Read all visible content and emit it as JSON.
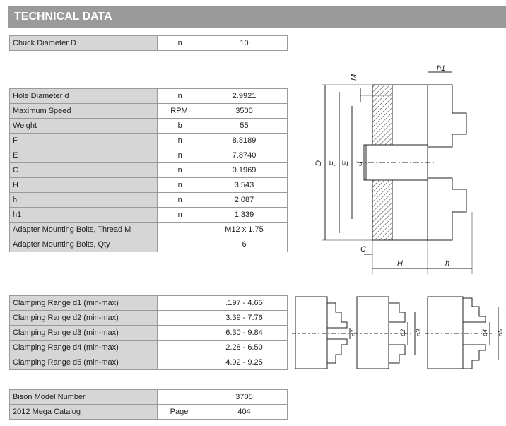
{
  "header": {
    "title": "TECHNICAL DATA"
  },
  "table1": [
    {
      "label": "Chuck Diameter D",
      "unit": "in",
      "value": "10"
    }
  ],
  "table2": [
    {
      "label": "Hole Diameter d",
      "unit": "in",
      "value": "2.9921"
    },
    {
      "label": "Maximum Speed",
      "unit": "RPM",
      "value": "3500"
    },
    {
      "label": "Weight",
      "unit": "lb",
      "value": "55"
    },
    {
      "label": "F",
      "unit": "in",
      "value": "8.8189"
    },
    {
      "label": "E",
      "unit": "in",
      "value": "7.8740"
    },
    {
      "label": "C",
      "unit": "in",
      "value": "0.1969"
    },
    {
      "label": "H",
      "unit": "in",
      "value": "3.543"
    },
    {
      "label": "h",
      "unit": "in",
      "value": "2.087"
    },
    {
      "label": "h1",
      "unit": "in",
      "value": "1.339"
    },
    {
      "label": "Adapter Mounting Bolts, Thread M",
      "unit": "",
      "value": "M12 x 1.75"
    },
    {
      "label": "Adapter Mounting Bolts, Qty",
      "unit": "",
      "value": "6"
    }
  ],
  "table3": [
    {
      "label": "Clamping Range d1 (min-max)",
      "unit": "",
      "value": ".197 - 4.65"
    },
    {
      "label": "Clamping Range d2 (min-max)",
      "unit": "",
      "value": "3.39 - 7.76"
    },
    {
      "label": "Clamping Range d3 (min-max)",
      "unit": "",
      "value": "6.30 - 9.84"
    },
    {
      "label": "Clamping Range d4 (min-max)",
      "unit": "",
      "value": "2.28 - 6.50"
    },
    {
      "label": "Clamping Range d5 (min-max)",
      "unit": "",
      "value": "4.92 - 9.25"
    }
  ],
  "table4": [
    {
      "label": "Bison Model Number",
      "unit": "",
      "value": "3705"
    },
    {
      "label": "2012 Mega Catalog",
      "unit": "Page",
      "value": "404"
    }
  ],
  "diagram": {
    "labels": {
      "M": "M",
      "h1": "h1",
      "D": "D",
      "F": "F",
      "E": "E",
      "d": "d",
      "C": "C",
      "H": "H",
      "h": "h"
    },
    "clamp_labels": {
      "d1": "d1",
      "d2": "d2",
      "d3": "d3",
      "d4": "d4",
      "d5": "d5"
    }
  }
}
